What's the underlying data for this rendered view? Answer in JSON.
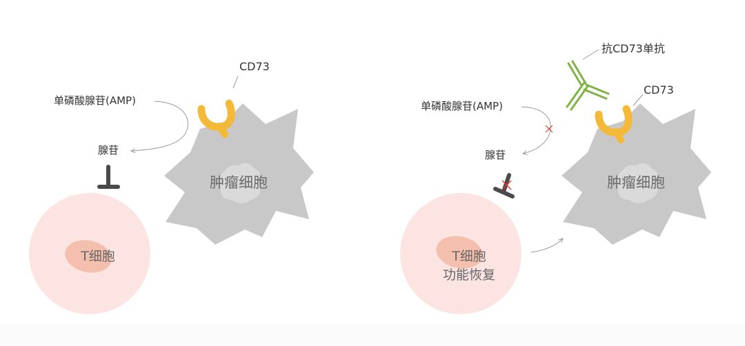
{
  "left_panel": {
    "cd73_label": "CD73",
    "amp_label": "单磷酸腺苷(AMP)",
    "adenosine_label": "腺苷",
    "tumor_label": "肿瘤细胞",
    "tcell_label": "T细胞"
  },
  "right_panel": {
    "antibody_label": "抗CD73单抗",
    "cd73_label": "CD73",
    "amp_label": "单磷酸腺苷(AMP)",
    "adenosine_label": "腺苷",
    "tumor_label": "肿瘤细胞",
    "tcell_label_1": "T细胞",
    "tcell_label_2": "功能恢复"
  },
  "colors": {
    "tumor_cell": "#c8c8c8",
    "tumor_nucleus": "#dadada",
    "tcell_body": "#fbe4e2",
    "tcell_nucleus": "#f2b49b",
    "cd73_receptor": "#f5b93a",
    "antibody": "#7fb344",
    "receptor_blocker": "#4a4a4a",
    "block_mark": "#e0392b",
    "arrow": "#999999"
  }
}
